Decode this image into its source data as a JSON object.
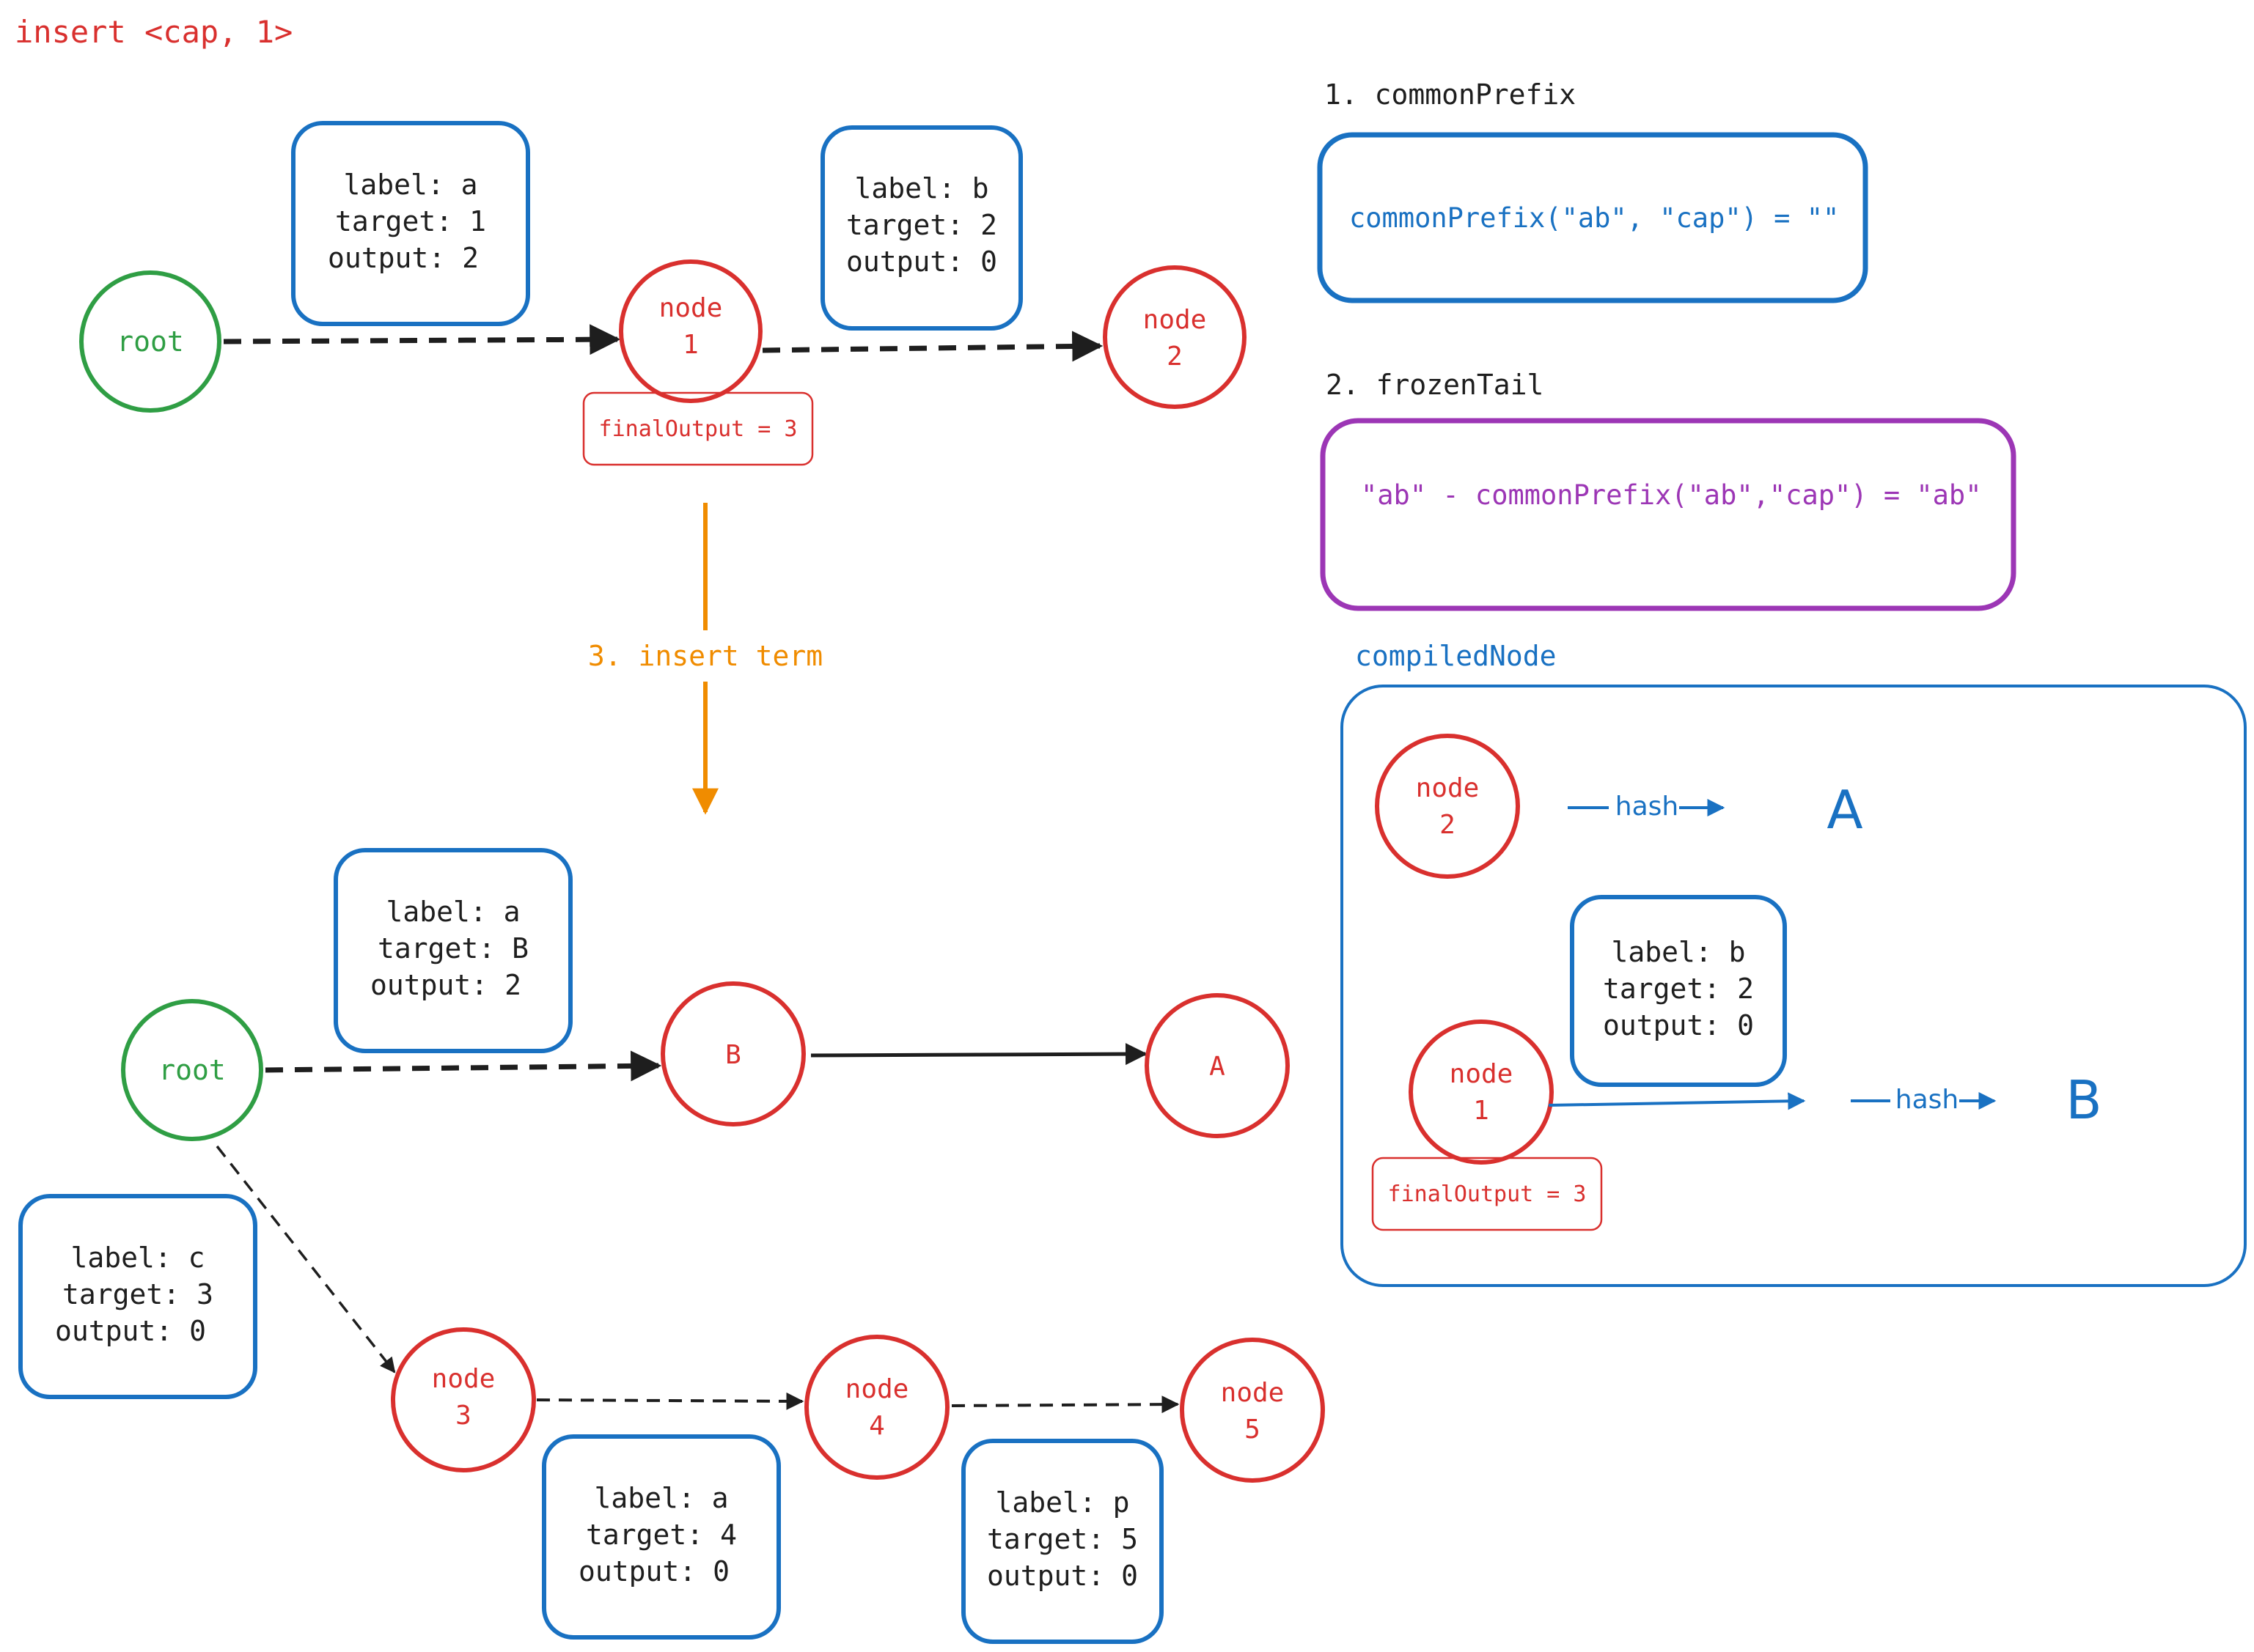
{
  "title": "insert <cap, 1>",
  "colors": {
    "red": "#d9302e",
    "green": "#2f9e44",
    "blue": "#1971c2",
    "purple": "#9c36b5",
    "orange": "#f08c00",
    "black": "#1e1e1e"
  },
  "top_graph": {
    "root": "root",
    "node1": [
      "node",
      "1"
    ],
    "node2": [
      "node",
      "2"
    ],
    "node1_final_output": "finalOutput = 3",
    "edge_a": [
      "label: a",
      "target: 1",
      "output: 2"
    ],
    "edge_b": [
      "label: b",
      "target: 2",
      "output: 0"
    ]
  },
  "step3_label": "3. insert term",
  "bottom_graph": {
    "root": "root",
    "nodeB": "B",
    "nodeA": "A",
    "node3": [
      "node",
      "3"
    ],
    "node4": [
      "node",
      "4"
    ],
    "node5": [
      "node",
      "5"
    ],
    "edge_a": [
      "label: a",
      "target: B",
      "output: 2"
    ],
    "edge_c": [
      "label: c",
      "target: 3",
      "output: 0"
    ],
    "edge_a2": [
      "label: a",
      "target: 4",
      "output: 0"
    ],
    "edge_p": [
      "label: p",
      "target: 5",
      "output: 0"
    ]
  },
  "step1": {
    "heading": "1. commonPrefix",
    "body": "commonPrefix(\"ab\", \"cap\") = \"\""
  },
  "step2": {
    "heading": "2. frozenTail",
    "body": "\"ab\" - commonPrefix(\"ab\",\"cap\") = \"ab\""
  },
  "compiled": {
    "heading": "compiledNode",
    "node2": [
      "node",
      "2"
    ],
    "node1": [
      "node",
      "1"
    ],
    "hash_label": "hash",
    "result_a": "A",
    "result_b": "B",
    "node1_final_output": "finalOutput = 3",
    "edge_b": [
      "label: b",
      "target: 2",
      "output: 0"
    ]
  }
}
